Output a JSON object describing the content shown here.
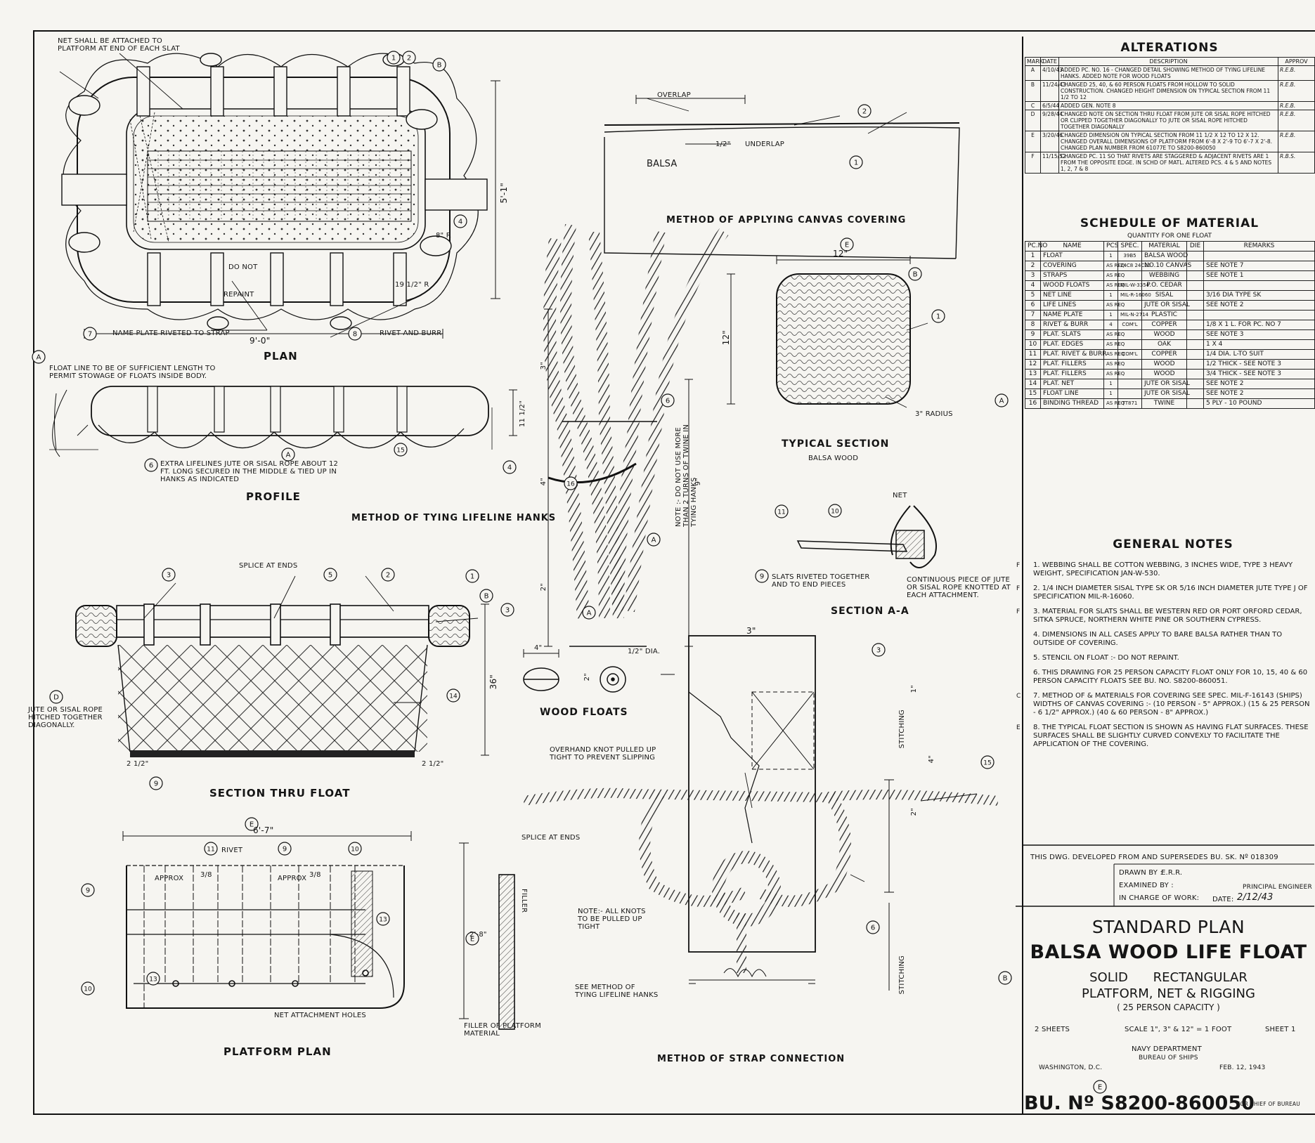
{
  "alterations": {
    "title": "ALTERATIONS",
    "columns": [
      "MARK",
      "DATE",
      "DESCRIPTION",
      "APPROV"
    ],
    "rows": [
      {
        "mark": "A",
        "date": "4/10/43",
        "desc": "ADDED PC. NO. 16 - CHANGED DETAIL SHOWING METHOD OF TYING LIFELINE HANKS. ADDED NOTE FOR WOOD FLOATS",
        "approv": "R.E.B."
      },
      {
        "mark": "B",
        "date": "11/24/43",
        "desc": "CHANGED 25, 40, & 60 PERSON FLOATS FROM HOLLOW TO SOLID CONSTRUCTION. CHANGED HEIGHT DIMENSION ON TYPICAL SECTION FROM 11 1/2 TO 12",
        "approv": "R.E.B."
      },
      {
        "mark": "C",
        "date": "6/5/44",
        "desc": "ADDED GEN. NOTE 8",
        "approv": "R.E.B."
      },
      {
        "mark": "D",
        "date": "9/28/44",
        "desc": "CHANGED NOTE ON SECTION THRU FLOAT FROM JUTE OR SISAL ROPE HITCHED OR CLIPPED TOGETHER DIAGONALLY TO JUTE OR SISAL ROPE HITCHED TOGETHER DIAGONALLY",
        "approv": "R.E.B."
      },
      {
        "mark": "E",
        "date": "3/20/46",
        "desc": "CHANGED DIMENSION ON TYPICAL SECTION FROM 11 1/2 X 12 TO 12 X 12. CHANGED OVERALL DIMENSIONS OF PLATFORM FROM 6'-8 X 2'-9 TO 6'-7 X 2'-8. CHANGED PLAN NUMBER FROM 61077E TO S8200-860050",
        "approv": "R.E.B."
      },
      {
        "mark": "F",
        "date": "11/15/52",
        "desc": "CHANGED PC. 11 SO THAT RIVETS ARE STAGGERED & ADJACENT RIVETS ARE 1 FROM THE OPPOSITE EDGE. IN SCHD OF MATL. ALTERED PCS. 4 & 5 AND NOTES 1, 2, 7 & 8",
        "approv": "R.B.S."
      }
    ]
  },
  "schedule": {
    "title": "SCHEDULE OF MATERIAL",
    "subtitle": "QUANTITY FOR ONE FLOAT",
    "columns": [
      "PC.NO",
      "NAME",
      "PCS",
      "SPEC.",
      "MATERIAL",
      "DIE",
      "REMARKS"
    ],
    "rows": [
      {
        "no": "1",
        "name": "FLOAT",
        "pcs": "1",
        "spec": "39B5",
        "mat": "BALSA WOOD",
        "remarks": ""
      },
      {
        "no": "2",
        "name": "COVERING",
        "pcs": "AS REQ",
        "spec": "24C8 24C20",
        "mat": "NO.10 CANVAS",
        "remarks": "SEE NOTE 7"
      },
      {
        "no": "3",
        "name": "STRAPS",
        "pcs": "AS REQ",
        "spec": "",
        "mat": "WEBBING",
        "remarks": "SEE NOTE 1"
      },
      {
        "no": "4",
        "name": "WOOD FLOATS",
        "pcs": "AS REQ",
        "spec": "MIL-W-3354",
        "mat": "P.O. CEDAR",
        "remarks": ""
      },
      {
        "no": "5",
        "name": "NET LINE",
        "pcs": "1",
        "spec": "MIL-R-16060",
        "mat": "SISAL",
        "remarks": "3/16 DIA TYPE SK"
      },
      {
        "no": "6",
        "name": "LIFE LINES",
        "pcs": "AS REQ",
        "spec": "",
        "mat": "JUTE OR SISAL",
        "remarks": "SEE NOTE 2"
      },
      {
        "no": "7",
        "name": "NAME PLATE",
        "pcs": "1",
        "spec": "MIL-N-2714",
        "mat": "PLASTIC",
        "remarks": ""
      },
      {
        "no": "8",
        "name": "RIVET & BURR",
        "pcs": "4",
        "spec": "COM'L",
        "mat": "COPPER",
        "remarks": "1/8 X 1 L. FOR PC. NO 7"
      },
      {
        "no": "9",
        "name": "PLAT. SLATS",
        "pcs": "AS REQ",
        "spec": "",
        "mat": "WOOD",
        "remarks": "SEE NOTE 3"
      },
      {
        "no": "10",
        "name": "PLAT. EDGES",
        "pcs": "AS REQ",
        "spec": "",
        "mat": "OAK",
        "remarks": "1 X 4"
      },
      {
        "no": "11",
        "name": "PLAT. RIVET & BURR",
        "pcs": "AS REQ",
        "spec": "COM'L",
        "mat": "COPPER",
        "remarks": "1/4 DIA. L-TO SUIT"
      },
      {
        "no": "12",
        "name": "PLAT. FILLERS",
        "pcs": "AS REQ",
        "spec": "",
        "mat": "WOOD",
        "remarks": "1/2 THICK - SEE NOTE 3"
      },
      {
        "no": "13",
        "name": "PLAT. FILLERS",
        "pcs": "AS REQ",
        "spec": "",
        "mat": "WOOD",
        "remarks": "3/4 THICK - SEE NOTE 3"
      },
      {
        "no": "14",
        "name": "PLAT. NET",
        "pcs": "1",
        "spec": "",
        "mat": "JUTE OR SISAL",
        "remarks": "SEE NOTE 2"
      },
      {
        "no": "15",
        "name": "FLOAT LINE",
        "pcs": "1",
        "spec": "",
        "mat": "JUTE OR SISAL",
        "remarks": "SEE NOTE 2"
      },
      {
        "no": "16",
        "name": "BINDING THREAD",
        "pcs": "AS REQ",
        "spec": "TT871",
        "mat": "TWINE",
        "remarks": "5 PLY - 10 POUND"
      }
    ]
  },
  "notes": {
    "title": "GENERAL NOTES",
    "items": [
      "1. WEBBING SHALL BE COTTON WEBBING, 3 INCHES WIDE, TYPE 3 HEAVY WEIGHT, SPECIFICATION JAN-W-530.",
      "2. 1/4 INCH DIAMETER SISAL TYPE SK OR 5/16 INCH DIAMETER JUTE TYPE J OF SPECIFICATION MIL-R-16060.",
      "3. MATERIAL FOR SLATS SHALL BE WESTERN RED OR PORT ORFORD CEDAR, SITKA SPRUCE, NORTHERN WHITE PINE OR SOUTHERN CYPRESS.",
      "4. DIMENSIONS IN ALL CASES APPLY TO BARE BALSA RATHER THAN TO OUTSIDE OF COVERING.",
      "5. STENCIL ON FLOAT :- DO NOT REPAINT.",
      "6. THIS DRAWING FOR 25 PERSON CAPACITY FLOAT ONLY FOR 10, 15, 40 & 60 PERSON CAPACITY FLOATS SEE BU. NO. S8200-860051.",
      "7. METHOD OF & MATERIALS FOR COVERING SEE SPEC. MIL-F-16143 (SHIPS) WIDTHS OF CANVAS COVERING :- (10 PERSON - 5\" APPROX.) (15 & 25 PERSON - 6 1/2\" APPROX.) (40 & 60 PERSON - 8\" APPROX.)",
      "8. THE TYPICAL FLOAT SECTION IS SHOWN AS HAVING FLAT SURFACES. THESE SURFACES SHALL BE SLIGHTLY CURVED CONVEXLY TO FACILITATE THE APPLICATION OF THE COVERING."
    ],
    "flags": [
      "F",
      "F",
      "F",
      "C",
      "E"
    ]
  },
  "supersedes": "THIS DWG. DEVELOPED FROM AND SUPERSEDES BU. SK. Nº 018309",
  "signoff": {
    "drawn_by_label": "DRAWN BY :",
    "drawn_by": "E.R.R.",
    "examined_label": "EXAMINED BY :",
    "charge_label": "IN CHARGE OF WORK:",
    "principal": "PRINCIPAL ENGINEER",
    "date_label": "DATE:",
    "date": "2/12/43"
  },
  "title_block": {
    "line1": "STANDARD PLAN",
    "line2": "BALSA WOOD LIFE FLOAT",
    "line3": "SOLID RECTANGULAR",
    "line4": "PLATFORM, NET & RIGGING",
    "line5": "( 25 PERSON CAPACITY )",
    "sheets": "2 SHEETS",
    "scale": "SCALE 1\", 3\" & 12\" = 1 FOOT",
    "sheet": "SHEET 1",
    "dept": "NAVY DEPARTMENT",
    "bureau": "BUREAU OF SHIPS",
    "place": "WASHINGTON, D.C.",
    "issued": "FEB. 12, 1943",
    "plan_no": "BU. Nº S8200-860050",
    "for_chief": "FOR CHIEF OF BUREAU"
  },
  "views": {
    "plan": "PLAN",
    "profile": "PROFILE",
    "section_thru_float": "SECTION THRU FLOAT",
    "platform_plan": "PLATFORM PLAN",
    "canvas": "METHOD OF APPLYING CANVAS COVERING",
    "hanks": "METHOD OF TYING LIFELINE HANKS",
    "typical_section": "TYPICAL SECTION",
    "typical_sub": "BALSA WOOD",
    "section_aa": "SECTION A-A",
    "wood_floats": "WOOD FLOATS",
    "strap": "METHOD OF STRAP CONNECTION"
  },
  "labels": {
    "net_attached": "NET SHALL BE ATTACHED TO PLATFORM AT END OF EACH SLAT",
    "do_not": "DO NOT",
    "repaint": "REPAINT",
    "name_plate": "NAME PLATE RIVETED TO STRAP",
    "rivet_burr": "RIVET AND BURR",
    "float_line": "FLOAT LINE TO BE OF SUFFICIENT LENGTH TO PERMIT STOWAGE OF FLOATS INSIDE BODY.",
    "extra_lifelines": "EXTRA LIFELINES JUTE OR SISAL ROPE ABOUT 12 FT. LONG SECURED IN THE MIDDLE & TIED UP IN HANKS AS INDICATED",
    "splice_at_ends": "SPLICE AT ENDS",
    "jute_sisal": "JUTE OR SISAL ROPE HITCHED TOGETHER DIAGONALLY.",
    "overlap": "OVERLAP",
    "underlap": "UNDERLAP",
    "balsa": "BALSA",
    "radius": "3\" RADIUS",
    "do_not_use": "NOTE :- DO NOT USE MORE THAN 2 TURNS OF TWINE IN TYING HANKS",
    "net": "NET",
    "slats_riveted": "SLATS RIVETED TOGETHER AND TO END PIECES",
    "continuous": "CONTINUOUS PIECE OF JUTE OR SISAL ROPE KNOTTED AT EACH ATTACHMENT.",
    "dia": "1/2\" DIA.",
    "overhand": "OVERHAND KNOT PULLED UP TIGHT TO PREVENT SLIPPING",
    "all_knots": "NOTE:- ALL KNOTS TO BE PULLED UP TIGHT",
    "see_method": "SEE METHOD OF TYING LIFELINE HANKS",
    "stitching": "STITCHING",
    "rivet": "RIVET",
    "net_holes": "NET ATTACHMENT HOLES",
    "filler": "FILLER",
    "filler_of": "FILLER OF PLATFORM MATERIAL",
    "approx": "APPROX",
    "slat_gap": "3/8",
    "platform_w": "2'-8\""
  },
  "dims": {
    "plan_len": "9'-0\"",
    "plan_w": "5'-1\"",
    "plan_r": "19 1/2\" R",
    "plan_8r": "8\" R",
    "profile_h": "11 1/2\"",
    "section_h": "36\"",
    "section_e": "2 1/2\"",
    "platform_len": "6'-7\"",
    "typical_w": "12\"",
    "typical_h": "12\"",
    "hank_3": "3\"",
    "hank_4": "4\"",
    "hank_2": "2\"",
    "hank_9": "9\"",
    "wf_4": "4\"",
    "wf_2": "2\"",
    "strap_3": "3\"",
    "strap_2": "2\"",
    "strap_4": "4\"",
    "strap_1": "1\"",
    "overlap_half": "1/2\""
  }
}
